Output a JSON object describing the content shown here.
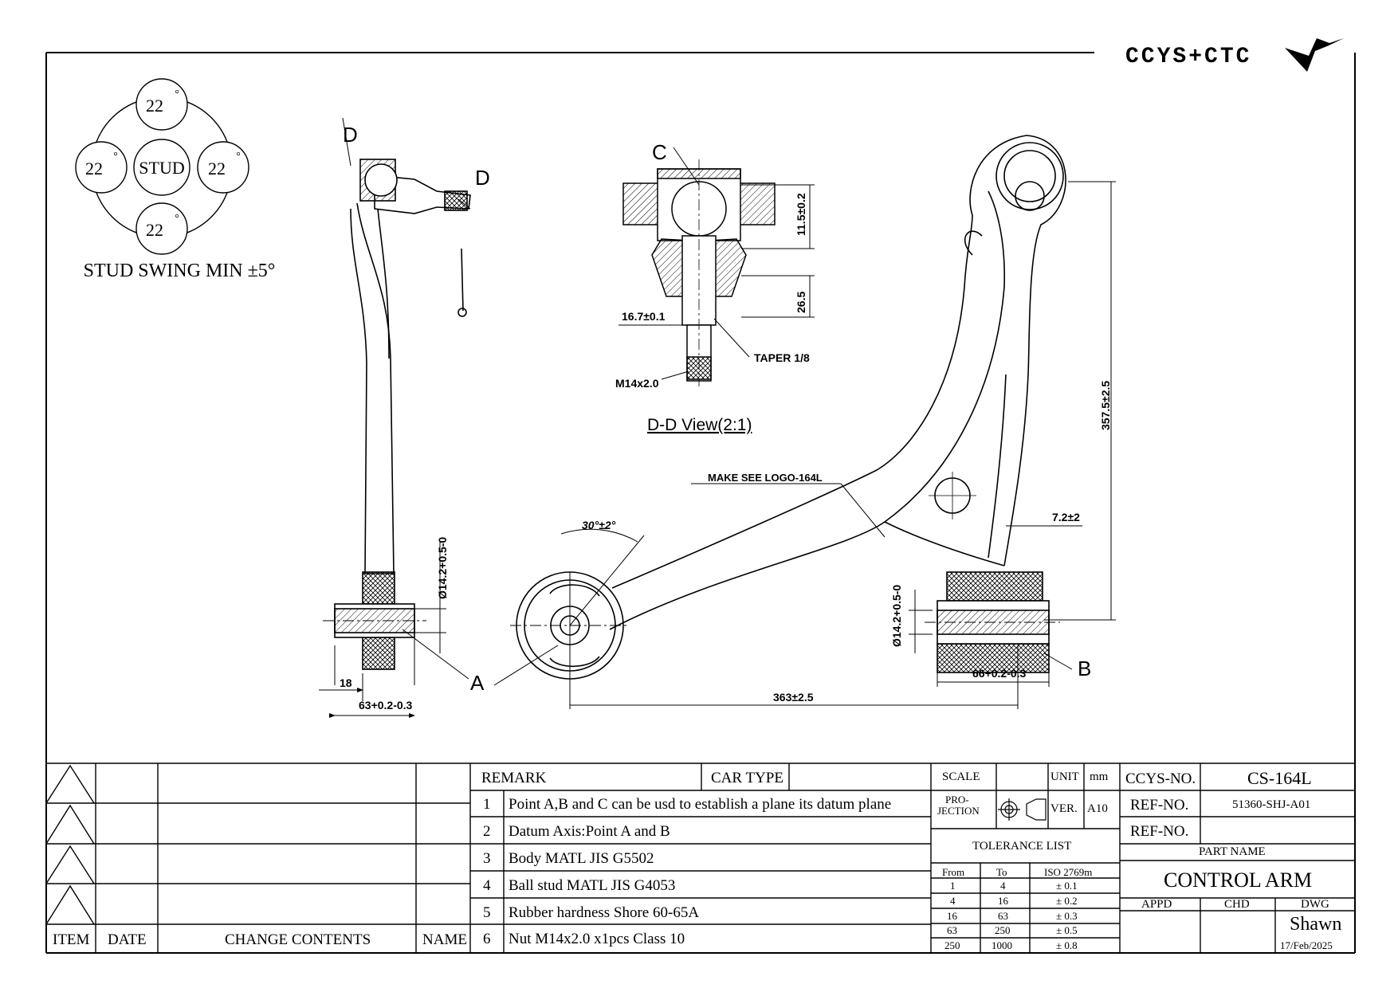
{
  "logo": {
    "text": "CCYS+CTC"
  },
  "stud_swing": {
    "center": "STUD",
    "angles": [
      "22",
      "22",
      "22",
      "22"
    ],
    "degree_mark": "°",
    "caption": "STUD SWING MIN ±5°"
  },
  "section_labels": {
    "d1": "D",
    "d2": "D",
    "c": "C",
    "a": "A",
    "b": "B"
  },
  "section_view": {
    "title": "D-D View(2:1)",
    "dims": {
      "h1": "11.5±0.2",
      "h2": "26.5",
      "dia": "16.7±0.1",
      "taper": "TAPER 1/8",
      "thread": "M14x2.0"
    }
  },
  "front_view_dims": {
    "bush_dia": "Ø14.2+0.5-0",
    "w18": "18",
    "w63": "63+0.2-0.3",
    "length": "363±2.5",
    "angle": "30°±2°",
    "height": "357.5±2.5",
    "offset": "7.2±2",
    "bush_dia_b": "Ø14.2+0.5-0",
    "w66": "66+0.2-0.3",
    "logo_note": "MAKE SEE LOGO-164L"
  },
  "revision_table": {
    "headers": [
      "ITEM",
      "DATE",
      "CHANGE CONTENTS",
      "NAME"
    ]
  },
  "remarks": {
    "header": "REMARK",
    "car_type_label": "CAR TYPE",
    "items": [
      {
        "no": "1",
        "text": "Point A,B and C can be usd to establish a plane its datum plane"
      },
      {
        "no": "2",
        "text": "Datum Axis:Point A and B"
      },
      {
        "no": "3",
        "text": "Body MATL JIS G5502"
      },
      {
        "no": "4",
        "text": "Ball stud MATL JIS G4053"
      },
      {
        "no": "5",
        "text": "Rubber hardness Shore 60-65A"
      },
      {
        "no": "6",
        "text": "Nut M14x2.0 x1pcs Class 10"
      }
    ]
  },
  "spec": {
    "scale_label": "SCALE",
    "unit_label": "UNIT",
    "unit_value": "mm",
    "projection_label_1": "PRO-",
    "projection_label_2": "JECTION",
    "ver_label": "VER.",
    "ver_value": "A10",
    "tolerance_title": "TOLERANCE LIST",
    "tolerance_headers": [
      "From",
      "To",
      "ISO 2769m"
    ],
    "tolerance_rows": [
      [
        "1",
        "4",
        "± 0.1"
      ],
      [
        "4",
        "16",
        "± 0.2"
      ],
      [
        "16",
        "63",
        "± 0.3"
      ],
      [
        "63",
        "250",
        "± 0.5"
      ],
      [
        "250",
        "1000",
        "± 0.8"
      ]
    ]
  },
  "title_block": {
    "ccys_no_label": "CCYS-NO.",
    "ccys_no": "CS-164L",
    "ref_no_label": "REF-NO.",
    "ref_no": "51360-SHJ-A01",
    "ref_no_label_2": "REF-NO.",
    "part_name_label": "PART NAME",
    "part_name": "CONTROL ARM",
    "appd": "APPD",
    "chd": "CHD",
    "dwg": "DWG",
    "drawn_by": "Shawn",
    "date": "17/Feb/2025"
  }
}
